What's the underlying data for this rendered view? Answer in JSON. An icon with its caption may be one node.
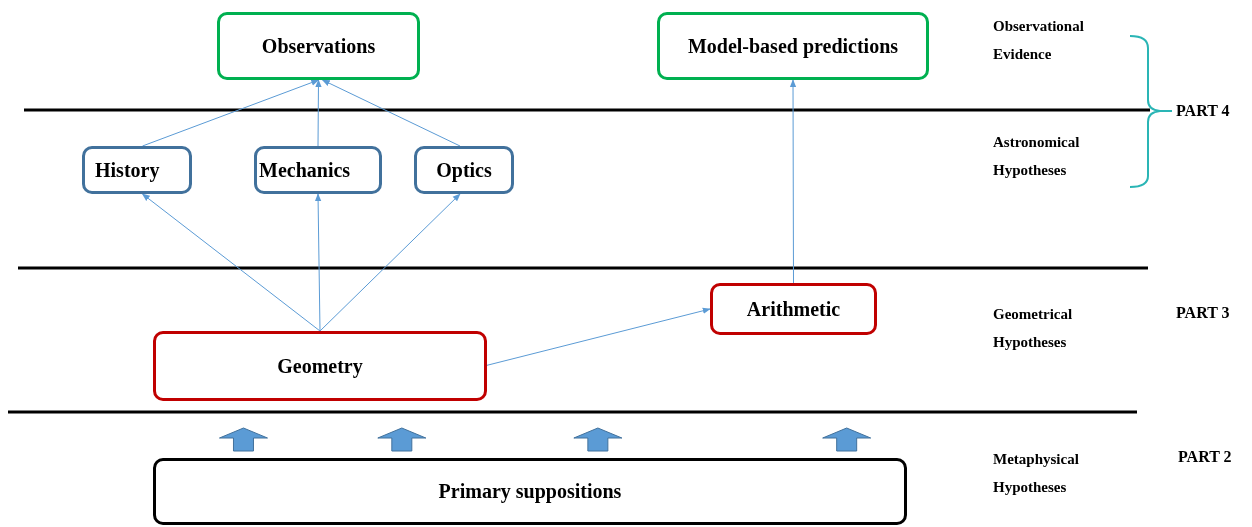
{
  "diagram": {
    "nodes": [
      {
        "text": [
          "Observations"
        ]
      },
      {
        "text": [
          "Model-based predictions"
        ]
      },
      {
        "text": [
          "History"
        ]
      },
      {
        "text": [
          "Mechanics"
        ]
      },
      {
        "text": [
          "Optics"
        ]
      },
      {
        "text": [
          "Arithmetic"
        ]
      },
      {
        "text": [
          "Geometry"
        ]
      },
      {
        "text": [
          "Primary suppositions"
        ]
      }
    ],
    "edges": [
      {
        "from": 2,
        "to": 0,
        "arrow": "to"
      },
      {
        "from": 3,
        "to": 0,
        "arrow": "to"
      },
      {
        "from": 4,
        "to": 0,
        "arrow": "to"
      },
      {
        "from": 5,
        "to": 1,
        "arrow": "to"
      },
      {
        "from": 6,
        "to": 2,
        "arrow": "to"
      },
      {
        "from": 6,
        "to": 3,
        "arrow": "to"
      },
      {
        "from": 6,
        "to": 4,
        "arrow": "to"
      },
      {
        "from": 6,
        "to": 5,
        "arrow": "to"
      },
      {
        "from": 7,
        "to": null,
        "arrow": "to",
        "style": "thick"
      },
      {
        "from": 7,
        "to": null,
        "arrow": "to",
        "style": "thick"
      },
      {
        "from": 7,
        "to": null,
        "arrow": "to",
        "style": "thick"
      },
      {
        "from": 7,
        "to": null,
        "arrow": "to",
        "style": "thick"
      }
    ],
    "labels": [
      "Observational Evidence",
      "PART 4",
      "Astronomical Hypotheses",
      "Geometrical Hypotheses",
      "PART 3",
      "Metaphysical Hypotheses",
      "PART 2"
    ]
  }
}
